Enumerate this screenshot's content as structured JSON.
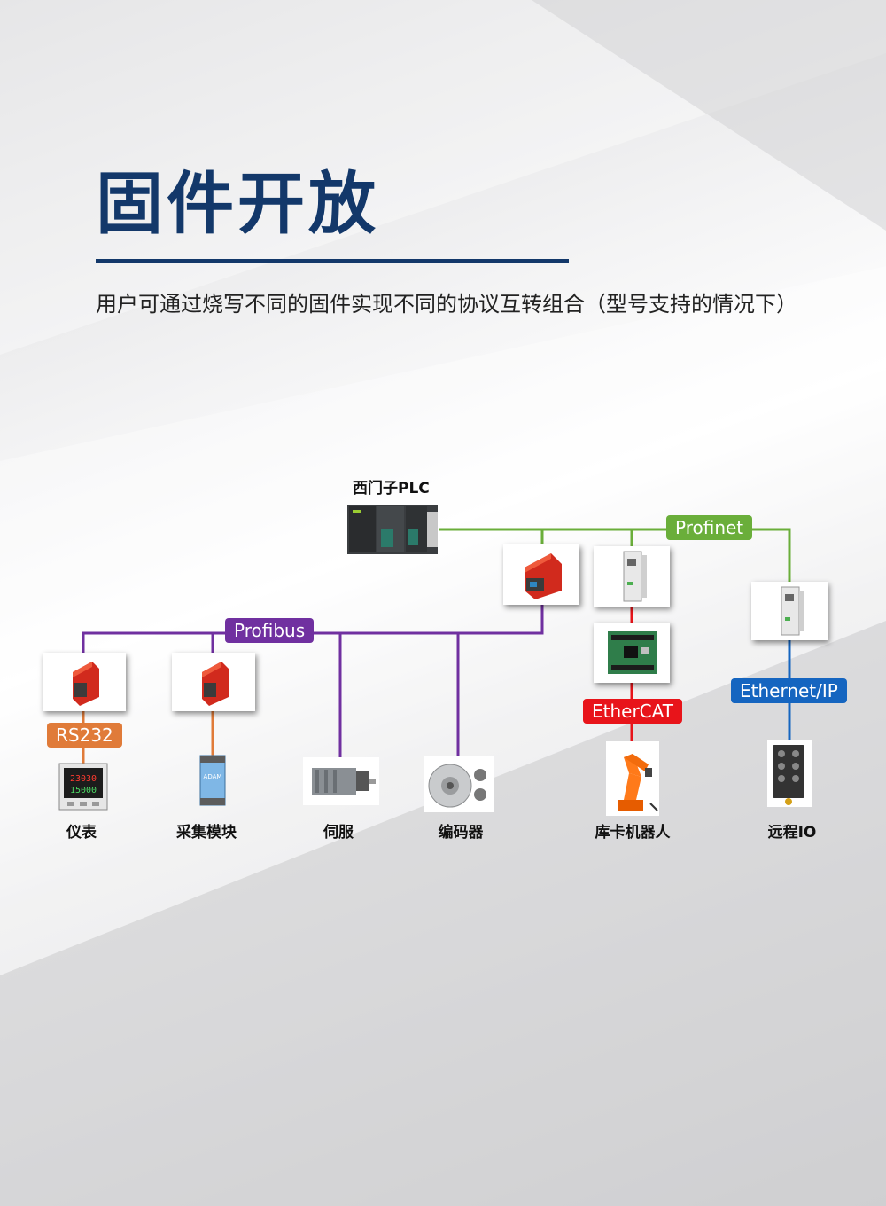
{
  "title": "固件开放",
  "subtitle": "用户可通过烧写不同的固件实现不同的协议互转组合（型号支持的情况下）",
  "plc": {
    "label": "西门子PLC"
  },
  "networks": {
    "profinet": {
      "label": "Profinet",
      "color": "#6aae3a"
    },
    "profibus": {
      "label": "Profibus",
      "color": "#7030a0"
    },
    "rs232": {
      "label": "RS232",
      "color": "#e07b39"
    },
    "ethercat": {
      "label": "EtherCAT",
      "color": "#e8141a"
    },
    "ethernetip": {
      "label": "Ethernet/IP",
      "color": "#1565c0"
    }
  },
  "devices": {
    "instrument": "仪表",
    "acquisition": "采集模块",
    "servo": "伺服",
    "encoder": "编码器",
    "robot": "库卡机器人",
    "remote_io": "远程IO"
  },
  "icons": {
    "gateway": "gateway-module-icon",
    "plc": "plc-rack-icon",
    "din": "din-rail-module-icon",
    "board": "circuit-board-icon"
  },
  "instrument_display": {
    "top": "23030",
    "bottom": "15000"
  },
  "acq_brand": "ADAM"
}
